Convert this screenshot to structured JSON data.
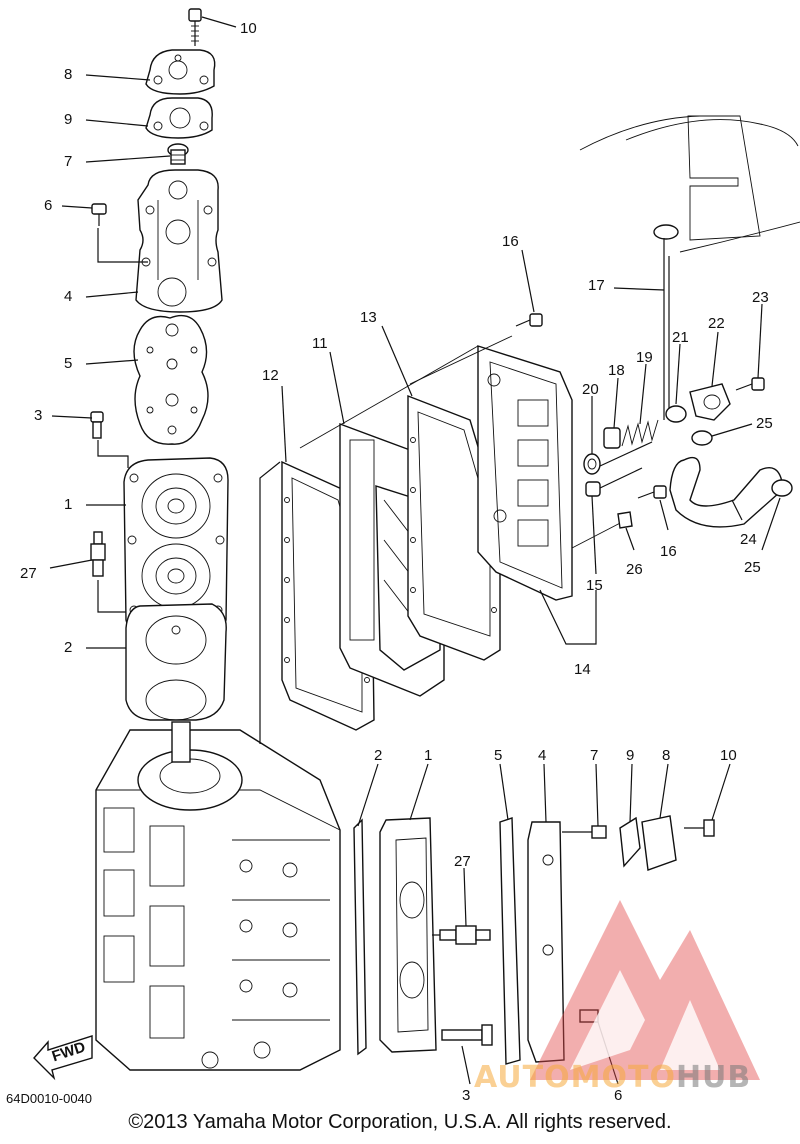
{
  "drawing_code": "64D0010-0040",
  "copyright": "©2013 Yamaha Motor Corporation, U.S.A. All rights reserved.",
  "fwd_label": "FWD",
  "watermark": {
    "word_a": "AUTOMOTO",
    "word_b": "HUB",
    "color_a": "#f5aa3c",
    "color_b": "#787878",
    "logo_color": "#e34b4b"
  },
  "callouts_exploded": {
    "c10": "10",
    "c8": "8",
    "c9": "9",
    "c7": "7",
    "c6": "6",
    "c4": "4",
    "c5": "5",
    "c3": "3",
    "c1": "1",
    "c27": "27",
    "c2": "2",
    "c12": "12",
    "c11": "11",
    "c13": "13",
    "c16a": "16",
    "c17": "17",
    "c23": "23",
    "c22": "22",
    "c21": "21",
    "c19": "19",
    "c18": "18",
    "c20": "20",
    "c25a": "25",
    "c16b": "16",
    "c24": "24",
    "c25b": "25",
    "c26": "26",
    "c15": "15",
    "c14": "14"
  },
  "callouts_side": {
    "c2": "2",
    "c1": "1",
    "c5": "5",
    "c4": "4",
    "c7": "7",
    "c9": "9",
    "c8": "8",
    "c10": "10",
    "c27": "27",
    "c3": "3",
    "c6": "6"
  }
}
